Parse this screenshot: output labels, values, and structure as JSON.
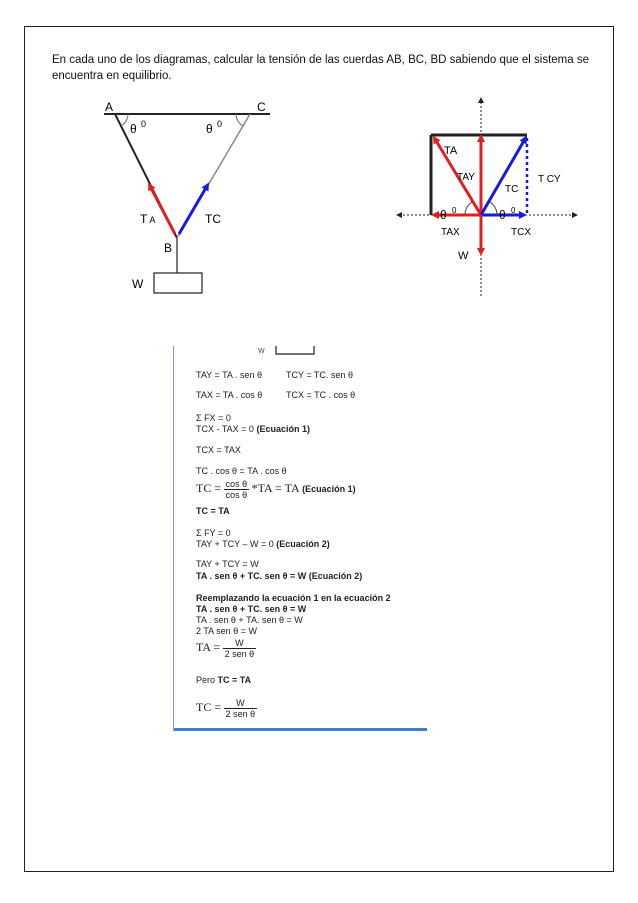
{
  "intro": {
    "text": "En cada uno de los diagramas, calcular la tensión de las cuerdas AB, BC, BD sabiendo que el sistema se encuentra en equilibrio."
  },
  "diagram_left": {
    "point_a": "A",
    "point_c": "C",
    "point_b": "B",
    "theta": "θ",
    "degree": "0",
    "tension_a": "T",
    "tension_a_sub": "A",
    "tension_c": "TC",
    "weight": "W"
  },
  "diagram_right": {
    "ta": "TA",
    "tay": "TAY",
    "tc": "TC",
    "tcy": "T CY",
    "theta": "θ",
    "degree": "0",
    "tax": "TAX",
    "tcx": "TCX",
    "weight": "W"
  },
  "colors": {
    "red": "#e02020",
    "blue": "#1a1adb",
    "gray": "#8a8a8a",
    "accent_blue": "#3f7fd0"
  },
  "solution": {
    "top_fragment": "W",
    "l1a": "TAY = TA . sen θ",
    "l1b": "TCY = TC. sen θ",
    "l2a": "TAX = TA . cos θ",
    "l2b": "TCX = TC . cos θ",
    "l3": "Σ FX = 0",
    "l4": "TCX - TAX = 0",
    "l4b": "(Ecuación 1)",
    "l5": "TCX = TAX",
    "l6": "TC . cos θ = TA . cos θ",
    "l7_lhs": "TC =",
    "l7_num": "cos θ",
    "l7_den": "cos θ",
    "l7_rhs": "*TA = TA",
    "l7b": "(Ecuación 1)",
    "l8": "TC = TA",
    "l9": "Σ FY = 0",
    "l10": "TAY + TCY – W = 0",
    "l10b": "(Ecuación 2)",
    "l11": "TAY + TCY = W",
    "l12": "TA . sen θ + TC. sen θ = W (Ecuación 2)",
    "l13": "Reemplazando la ecuación 1 en la ecuación 2",
    "l14": "TA . sen θ + TC. sen θ = W",
    "l15": "TA . sen θ + TA. sen θ = W",
    "l16": "2 TA sen θ = W",
    "l17_lhs": "TA =",
    "l17_num": "W",
    "l17_den": "2 sen θ",
    "l18a": "Pero",
    "l18b": "TC = TA",
    "l19_lhs": "TC =",
    "l19_num": "W",
    "l19_den": "2 sen θ"
  }
}
